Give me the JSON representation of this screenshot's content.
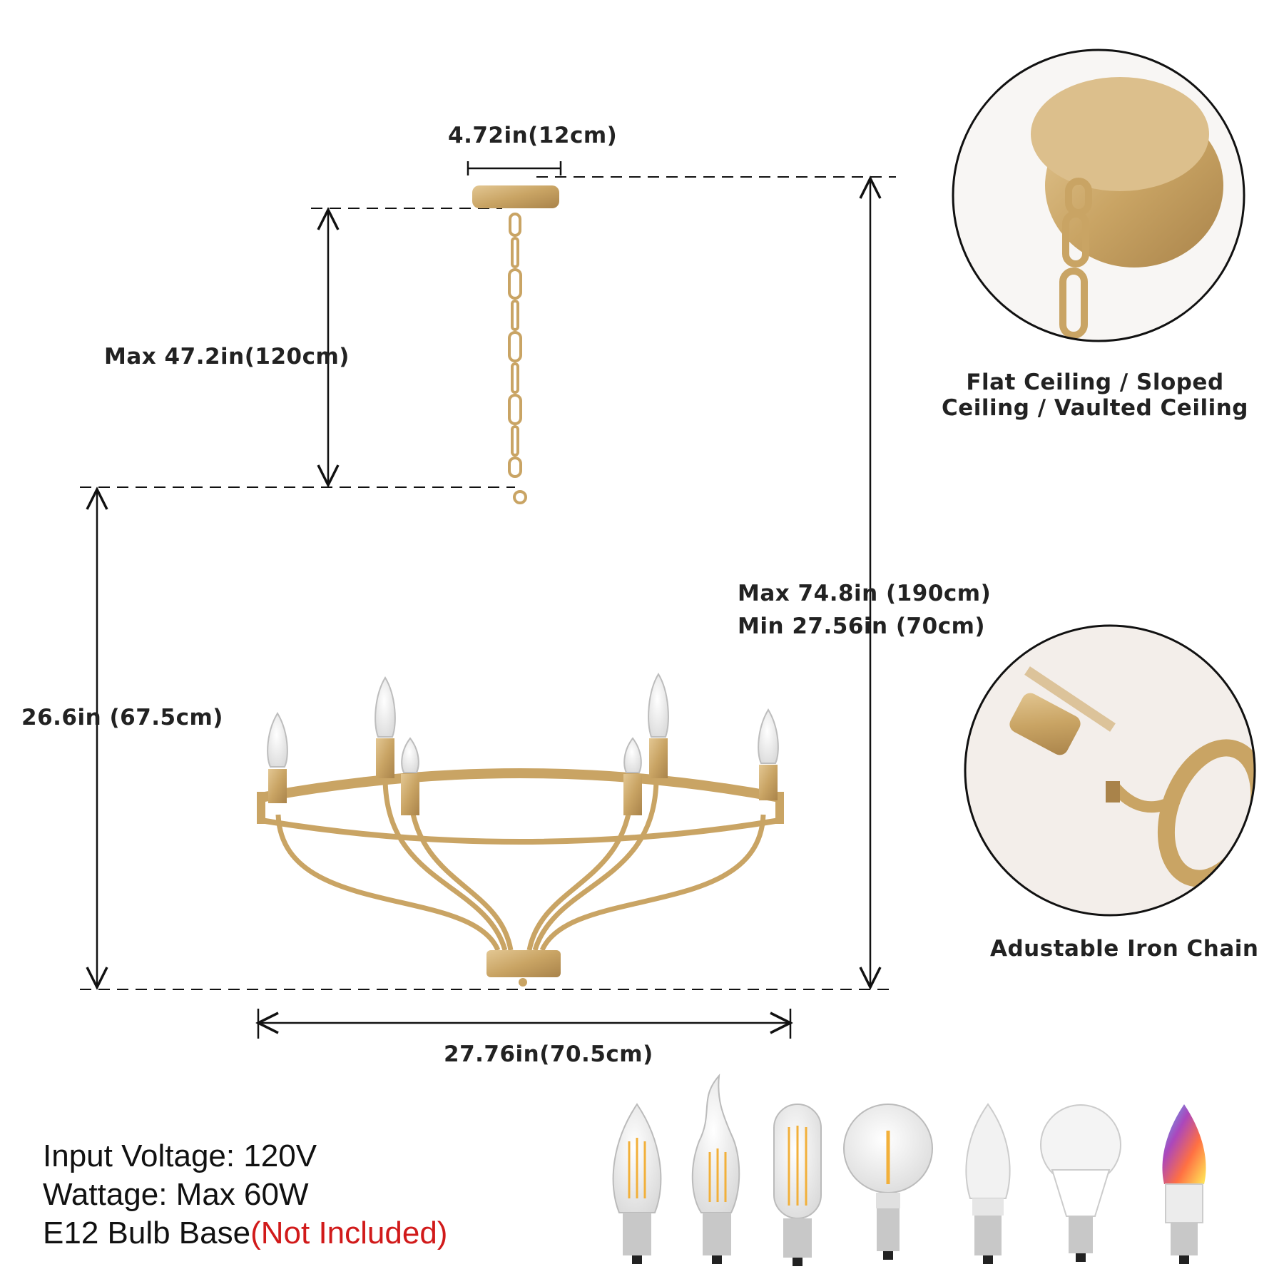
{
  "dimensions": {
    "canopy_width": "4.72in(12cm)",
    "chain_length": "Max 47.2in(120cm)",
    "total_height_max": "Max 74.8in  (190cm)",
    "total_height_min": "Min 27.56in  (70cm)",
    "fixture_height": "26.6in  (67.5cm)",
    "fixture_width": "27.76in(70.5cm)"
  },
  "detail_labels": {
    "ceiling": "Flat Ceiling / Sloped Ceiling / Vaulted Ceiling",
    "chain": "Adustable Iron Chain"
  },
  "specs": {
    "voltage": "Input Voltage: 120V",
    "wattage": "Wattage: Max 60W",
    "base": "E12 Bulb Base",
    "not_included": "(Not Included)"
  },
  "bulb_types": [
    "filament-candle-bulb-icon",
    "flame-tip-filament-bulb-icon",
    "tubular-filament-bulb-icon",
    "globe-filament-bulb-icon",
    "led-candle-bulb-icon",
    "led-globe-bulb-icon",
    "rgb-smart-candle-bulb-icon"
  ],
  "colors": {
    "gold": "#c9a464",
    "accent_red": "#d11a1a"
  }
}
